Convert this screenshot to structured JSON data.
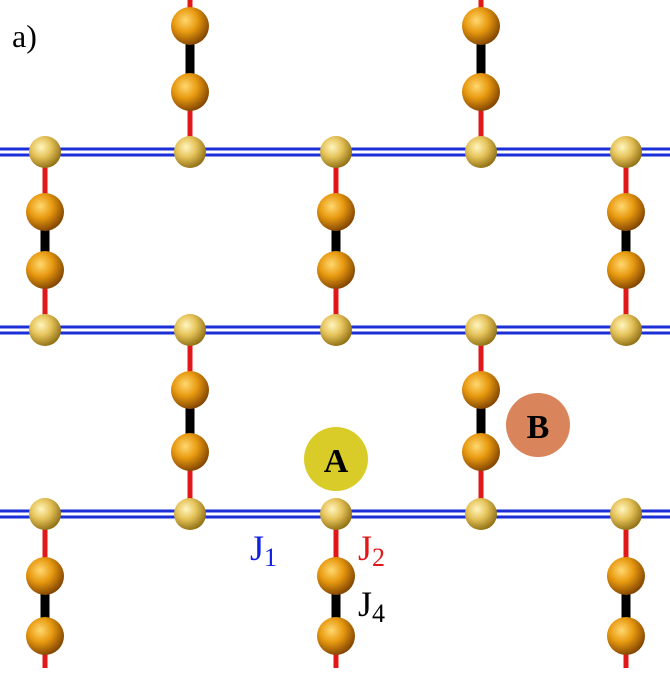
{
  "panel_label": "a)",
  "sites": {
    "A": {
      "label": "A",
      "color": "#d9cc28"
    },
    "B": {
      "label": "B",
      "color": "#d9845a"
    }
  },
  "couplings": [
    {
      "letter": "J",
      "sub": "1",
      "color": "#1020e0"
    },
    {
      "letter": "J",
      "sub": "2",
      "color": "#e01818"
    },
    {
      "letter": "J",
      "sub": "4",
      "color": "#000000"
    }
  ],
  "colors": {
    "j1_bond": "#1a2fd8",
    "j2_bond": "#e01818",
    "j4_bond": "#000000",
    "gold_atom": "#e8c85a",
    "orange_atom": "#e89a10"
  }
}
